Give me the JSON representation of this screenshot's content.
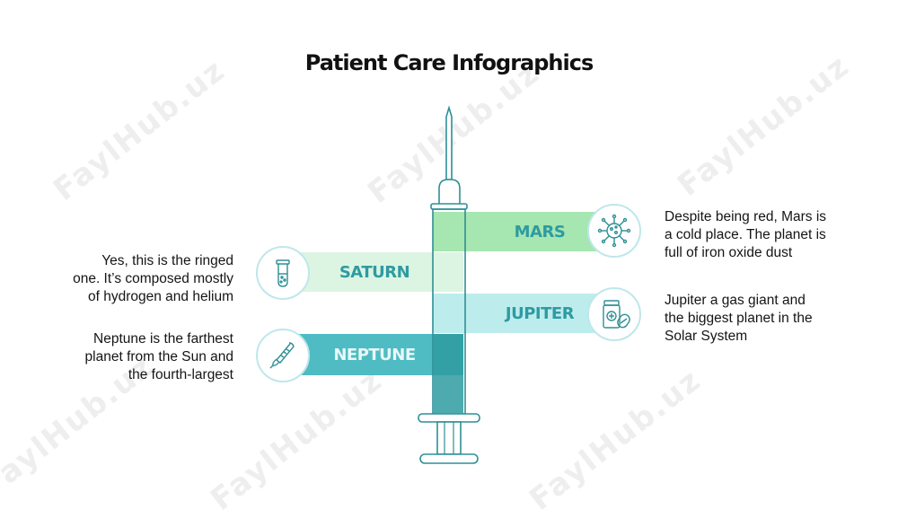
{
  "title": "Patient Care Infographics",
  "watermark": "FaylHub.uz",
  "colors": {
    "outline": "#2e8f95",
    "mars": "#a6e6b1",
    "saturn": "#dcf5e3",
    "jupiter": "#bdeced",
    "neptune": "#4fbcc3",
    "label_text": "#2e9ba1"
  },
  "items": {
    "mars": {
      "label": "MARS",
      "icon": "virus-icon",
      "desc_lines": [
        "Despite being red, Mars is",
        "a cold place. The planet is",
        "full of iron oxide dust"
      ]
    },
    "saturn": {
      "label": "SATURN",
      "icon": "test-tube-icon",
      "desc_lines": [
        "Yes, this is the ringed",
        "one. It’s composed mostly",
        "of hydrogen and helium"
      ]
    },
    "jupiter": {
      "label": "JUPITER",
      "icon": "medicine-bottle-icon",
      "desc_lines": [
        "Jupiter a gas giant and",
        "the biggest planet in the",
        "Solar System"
      ]
    },
    "neptune": {
      "label": "NEPTUNE",
      "icon": "thermometer-icon",
      "desc_lines": [
        "Neptune is the farthest",
        "planet from the Sun and",
        "the fourth-largest"
      ]
    }
  }
}
